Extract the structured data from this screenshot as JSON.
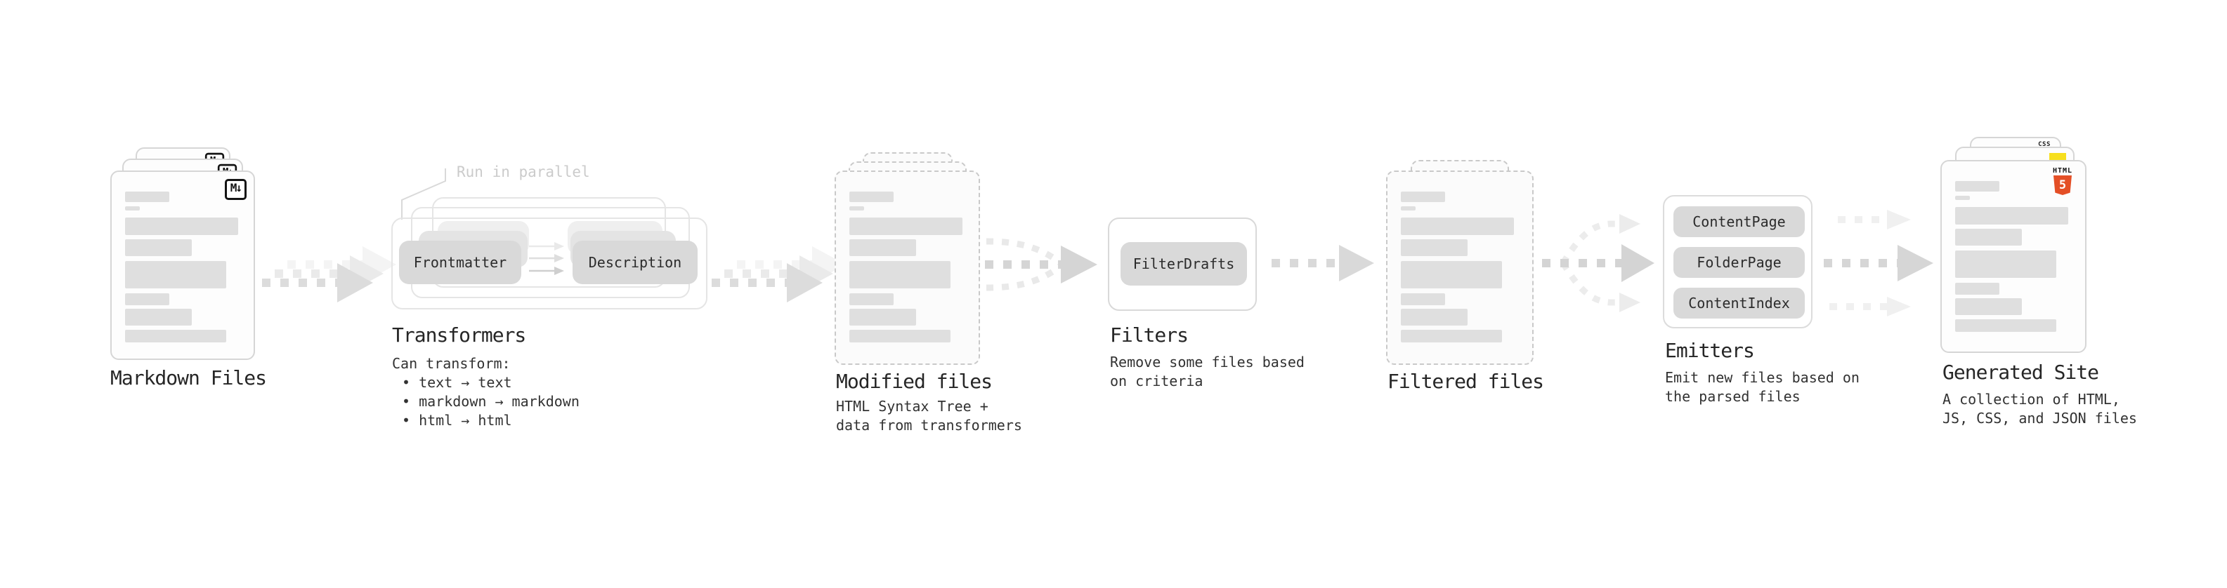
{
  "stages": {
    "markdown_files": {
      "title": "Markdown Files"
    },
    "transformers": {
      "title": "Transformers",
      "annotation": "Run in parallel",
      "pill_left": "Frontmatter",
      "pill_right": "Description",
      "desc_heading": "Can transform:",
      "bullets": [
        "• text → text",
        "• markdown → markdown",
        "• html → html"
      ]
    },
    "modified_files": {
      "title": "Modified files",
      "desc_lines": [
        "HTML Syntax Tree +",
        "data from transformers"
      ]
    },
    "filters": {
      "title": "Filters",
      "pill": "FilterDrafts",
      "desc_lines": [
        "Remove some files based",
        "on criteria"
      ]
    },
    "filtered_files": {
      "title": "Filtered files"
    },
    "emitters": {
      "title": "Emitters",
      "pills": [
        "ContentPage",
        "FolderPage",
        "ContentIndex"
      ],
      "desc_lines": [
        "Emit new files based on",
        "the parsed files"
      ]
    },
    "generated_site": {
      "title": "Generated Site",
      "desc_lines": [
        "A collection of HTML,",
        "JS, CSS, and JSON files"
      ]
    }
  },
  "icons": {
    "markdown_badge": "M↓",
    "html5_label": "HTML",
    "html5_numeral": "5",
    "css_label": "CSS"
  },
  "colors": {
    "html_orange": "#e44f26",
    "js_yellow": "#f7df1e",
    "css_blue": "#2965f1"
  }
}
